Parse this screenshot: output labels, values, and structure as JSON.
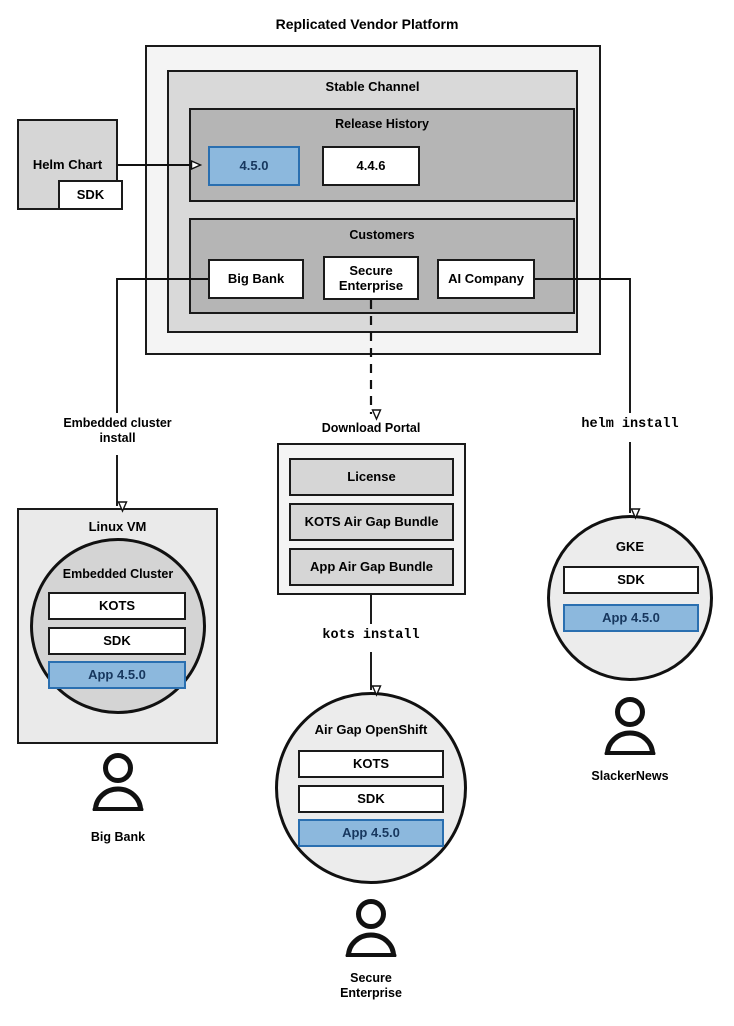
{
  "diagram": {
    "title": "Replicated Vendor Platform",
    "type": "architecture-flow"
  },
  "helm_chart": {
    "label": "Helm Chart",
    "sdk_label": "SDK"
  },
  "platform": {
    "title": "Replicated Vendor Platform",
    "channel": {
      "title": "Stable Channel",
      "release_history": {
        "title": "Release History",
        "releases": [
          {
            "version": "4.5.0",
            "highlighted": true
          },
          {
            "version": "4.4.6",
            "highlighted": false
          }
        ]
      },
      "customers": {
        "title": "Customers",
        "items": [
          {
            "name": "Big Bank"
          },
          {
            "name": "Secure\nEnterprise"
          },
          {
            "name": "AI Company"
          }
        ]
      }
    }
  },
  "flows": {
    "embedded_cluster_install": "Embedded cluster\ninstall",
    "kots_install": "kots install",
    "helm_install": "helm install"
  },
  "download_portal": {
    "title": "Download Portal",
    "items": [
      "License",
      "KOTS Air Gap Bundle",
      "App Air Gap Bundle"
    ]
  },
  "targets": [
    {
      "id": "linux-vm",
      "container_label": "Linux VM",
      "inner_label": "Embedded Cluster",
      "components": [
        {
          "label": "KOTS",
          "highlighted": false
        },
        {
          "label": "SDK",
          "highlighted": false
        },
        {
          "label": "App 4.5.0",
          "highlighted": true
        }
      ],
      "persona": "Big Bank"
    },
    {
      "id": "air-gap-openshift",
      "container_label": "Air Gap OpenShift",
      "components": [
        {
          "label": "KOTS",
          "highlighted": false
        },
        {
          "label": "SDK",
          "highlighted": false
        },
        {
          "label": "App 4.5.0",
          "highlighted": true
        }
      ],
      "persona": "Secure\nEnterprise"
    },
    {
      "id": "gke",
      "container_label": "GKE",
      "components": [
        {
          "label": "SDK",
          "highlighted": false
        },
        {
          "label": "App 4.5.0",
          "highlighted": true
        }
      ],
      "persona": "SlackerNews"
    }
  ],
  "colors": {
    "accent_blue_fill": "#8cb8dd",
    "accent_blue_border": "#2a6fb0",
    "accent_blue_text": "#17375e",
    "stroke": "#1a1a1a",
    "level_outer": "#f4f4f4",
    "level_mid": "#d9d9d9",
    "level_inner": "#b5b5b5"
  }
}
